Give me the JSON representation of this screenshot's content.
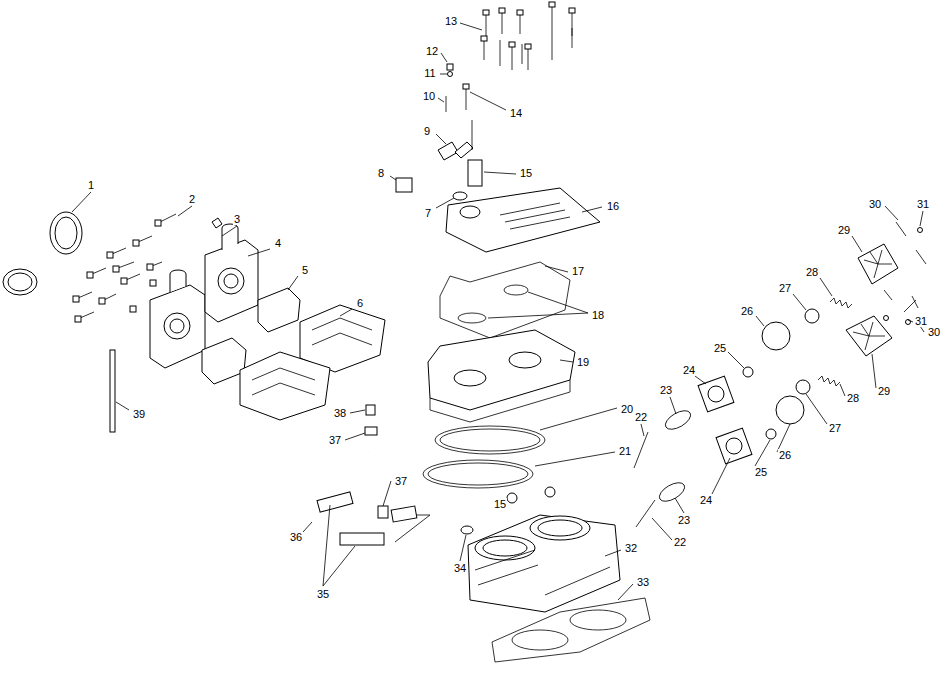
{
  "diagram": {
    "labels": [
      "1",
      "2",
      "3",
      "4",
      "5",
      "6",
      "39",
      "13",
      "12",
      "11",
      "10",
      "14",
      "9",
      "8",
      "15",
      "7",
      "16",
      "17",
      "18",
      "19",
      "38",
      "37",
      "20",
      "21",
      "15",
      "37",
      "36",
      "35",
      "34",
      "32",
      "33",
      "22",
      "23",
      "24",
      "25",
      "26",
      "27",
      "28",
      "29",
      "30",
      "31",
      "31",
      "30",
      "29",
      "28",
      "27",
      "26",
      "25",
      "24",
      "23",
      "22"
    ]
  }
}
